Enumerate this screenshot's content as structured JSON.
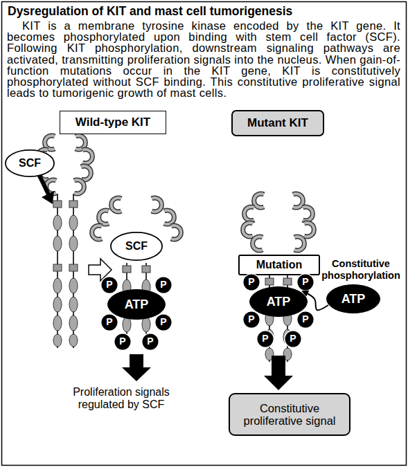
{
  "diagram": {
    "title": "Dysregulation of KIT and mast cell tumorigenesis",
    "nodes": [
      {
        "text": [
          "Wild-type KIT"
        ]
      },
      {
        "text": [
          "Mutant KIT"
        ]
      },
      {
        "text": [
          "SCF"
        ]
      },
      {
        "text": [
          "SCF"
        ]
      },
      {
        "text": [
          "P"
        ]
      },
      {
        "text": [
          "P"
        ]
      },
      {
        "text": [
          "ATP"
        ]
      },
      {
        "text": [
          "P"
        ]
      },
      {
        "text": [
          "P"
        ]
      },
      {
        "text": [
          "P"
        ]
      },
      {
        "text": [
          "P"
        ]
      },
      {
        "text": [
          "Mutation"
        ]
      },
      {
        "text": [
          "P"
        ]
      },
      {
        "text": [
          "P"
        ]
      },
      {
        "text": [
          "ATP"
        ]
      },
      {
        "text": [
          "ATP"
        ]
      },
      {
        "text": [
          "P"
        ]
      },
      {
        "text": [
          "P"
        ]
      },
      {
        "text": [
          "P"
        ]
      },
      {
        "text": [
          "P"
        ]
      },
      {
        "text": [
          "Constitutive proliferative signal"
        ]
      }
    ],
    "edges": [
      {
        "from": 15,
        "to": 14,
        "arrow": "to"
      }
    ],
    "labels": [
      "KIT is a membrane tyrosine kinase encoded by the KIT gene. It becomes phosphorylated upon binding with stem cell factor (SCF). Following KIT phosphorylation, downstream signaling pathways are activated, transmitting proliferation signals into the nucleus. When gain-of-function mutations occur in the KIT gene, KIT is constitutively phosphorylated without SCF binding. This constitutive proliferative signal leads to tumorigenic growth of mast cells.",
      "Constitutive phosphorylation",
      "Proliferation signals regulated by SCF"
    ]
  }
}
